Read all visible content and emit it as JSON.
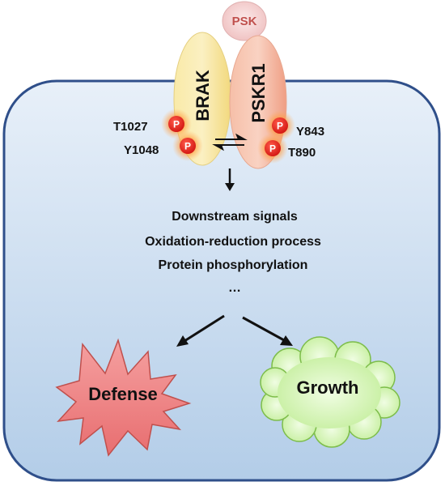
{
  "ligand": {
    "label": "PSK"
  },
  "receptors": {
    "brak": {
      "label": "BRAK",
      "sites": [
        "T1027",
        "Y1048"
      ]
    },
    "pskr1": {
      "label": "PSKR1",
      "sites": [
        "Y843",
        "T890"
      ]
    }
  },
  "phospho_marker": "P",
  "signals": {
    "items": [
      "Downstream signals",
      "Oxidation-reduction process",
      "Protein phosphorylation"
    ],
    "ellipsis": "…"
  },
  "outcomes": {
    "defense": {
      "label": "Defense"
    },
    "growth": {
      "label": "Growth"
    }
  },
  "colors": {
    "cell_border": "#2f4f8a",
    "cell_fill_top": "#e3ecf7",
    "cell_fill_bottom": "#b4cee9",
    "brak_fill": "#f7e39a",
    "pskr1_fill": "#f5b49a",
    "psk_fill": "#f6d3d3",
    "phospho": "#e8231c",
    "defense_fill": "#f2898a",
    "growth_fill": "#d6f5b5"
  }
}
